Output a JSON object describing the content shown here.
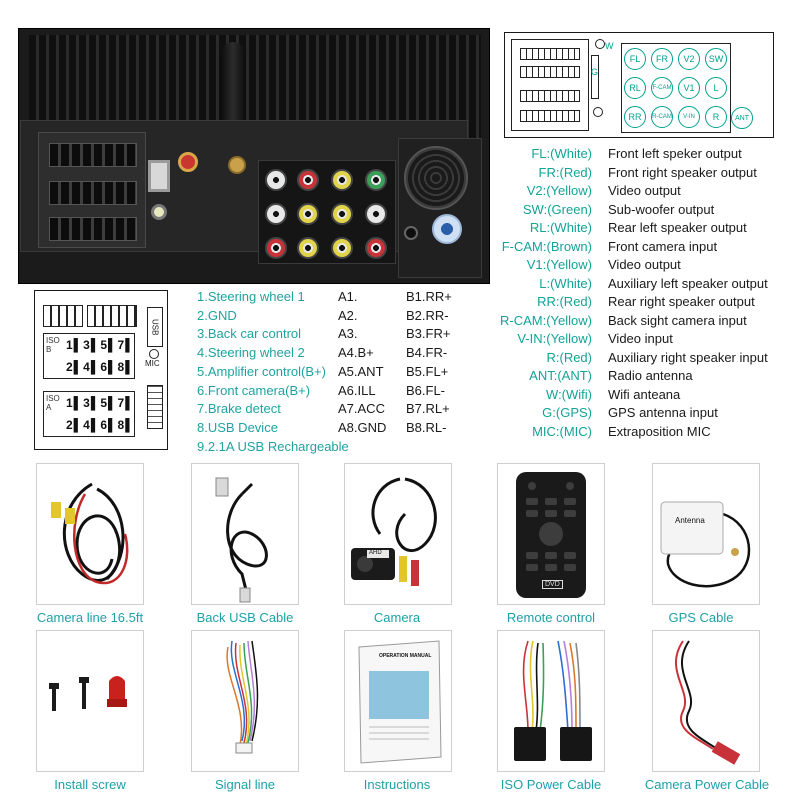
{
  "port_diagram": {
    "ports": [
      "FL",
      "FR",
      "V2",
      "SW",
      "RL",
      "F-CAM",
      "V1",
      "L",
      "RR",
      "R-CAM",
      "V-IN",
      "R",
      "ANT"
    ],
    "side_labels": [
      "W",
      "G"
    ]
  },
  "port_legend": [
    {
      "key": "FL:(White)",
      "value": "Front left speker output"
    },
    {
      "key": "FR:(Red)",
      "value": "Front right speaker output"
    },
    {
      "key": "V2:(Yellow)",
      "value": "Video output"
    },
    {
      "key": "SW:(Green)",
      "value": "Sub-woofer output"
    },
    {
      "key": "RL:(White)",
      "value": "Rear left speaker output"
    },
    {
      "key": "F-CAM:(Brown)",
      "value": "Front camera input"
    },
    {
      "key": "V1:(Yellow)",
      "value": "Video output"
    },
    {
      "key": "L:(White)",
      "value": "Auxiliary left speaker output"
    },
    {
      "key": "RR:(Red)",
      "value": "Rear right speaker output"
    },
    {
      "key": "R-CAM:(Yellow)",
      "value": "Back sight camera input"
    },
    {
      "key": "V-IN:(Yellow)",
      "value": "Video input"
    },
    {
      "key": "R:(Red)",
      "value": "Auxiliary right speaker input"
    },
    {
      "key": "ANT:(ANT)",
      "value": "Radio antenna"
    },
    {
      "key": "W:(Wifi)",
      "value": "Wifi anteana"
    },
    {
      "key": "G:(GPS)",
      "value": "GPS antenna input"
    },
    {
      "key": "MIC:(MIC)",
      "value": "Extraposition MIC"
    }
  ],
  "iso_diagram": {
    "row_a_top": "1▌3▌5▌7▌",
    "row_a_bottom": "2▌4▌6▌8▌",
    "row_b_top": "1▌3▌5▌7▌",
    "row_b_bottom": "2▌4▌6▌8▌",
    "tag_a": "ISO B",
    "tag_b": "ISO A",
    "usb": "USB",
    "mic": "MIC"
  },
  "pin_descriptions": [
    "1.Steering wheel 1",
    "2.GND",
    "3.Back car control",
    "4.Steering wheel 2",
    "5.Amplifier control(B+)",
    "6.Front camera(B+)",
    "7.Brake detect",
    "8.USB Device",
    "9.2.1A USB Rechargeable"
  ],
  "pin_a": [
    "A1.",
    "A2.",
    "A3.",
    "A4.B+",
    "A5.ANT",
    "A6.ILL",
    "A7.ACC",
    "A8.GND"
  ],
  "pin_b": [
    "B1.RR+",
    "B2.RR-",
    "B3.FR+",
    "B4.FR-",
    "B5.FL+",
    "B6.FL-",
    "B7.RL+",
    "B8.RL-"
  ],
  "accessories": [
    {
      "label": "Camera line 16.5ft",
      "icon": "rca-cable-icon"
    },
    {
      "label": "Back USB Cable",
      "icon": "usb-cable-icon"
    },
    {
      "label": "Camera",
      "icon": "camera-icon"
    },
    {
      "label": "Remote control",
      "icon": "remote-control-icon"
    },
    {
      "label": "GPS Cable",
      "icon": "gps-antenna-icon"
    },
    {
      "label": "Install screw",
      "icon": "screw-icon"
    },
    {
      "label": "Signal line",
      "icon": "signal-line-icon"
    },
    {
      "label": "Instructions",
      "icon": "manual-icon"
    },
    {
      "label": "ISO Power Cable",
      "icon": "iso-cable-icon"
    },
    {
      "label": "Camera Power Cable",
      "icon": "power-cable-icon"
    }
  ],
  "remote_brand": "DVD",
  "gps_sticker": "Antenna",
  "manual_title": "OPERATION MANUAL",
  "camera_sticker": "AHD"
}
